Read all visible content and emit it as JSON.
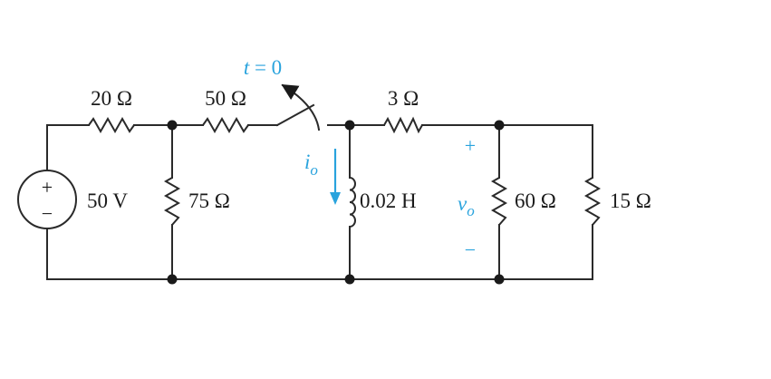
{
  "switch": {
    "time_var": "t",
    "time_eq": " = 0"
  },
  "source": {
    "voltage_label": "50 V",
    "plus": "+",
    "minus": "−"
  },
  "resistors": {
    "r20": "20 Ω",
    "r50": "50 Ω",
    "r75": "75 Ω",
    "r3": "3 Ω",
    "r60": "60 Ω",
    "r15": "15 Ω"
  },
  "inductor": {
    "label": "0.02 H"
  },
  "current": {
    "symbol": "i",
    "subscript": "o"
  },
  "voltage_out": {
    "symbol": "v",
    "subscript": "o",
    "plus": "+",
    "minus": "−"
  },
  "colors": {
    "accent": "#29a3dd",
    "wire": "#2a2a2a"
  }
}
